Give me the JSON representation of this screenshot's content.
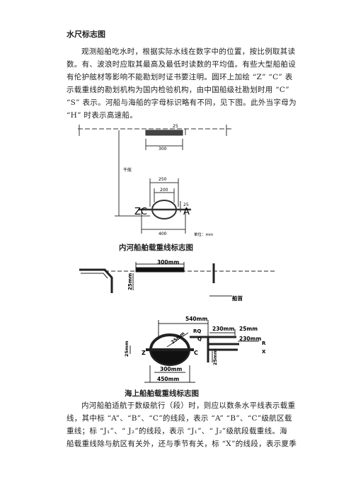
{
  "heading": "水尺标志图",
  "paragraph1": [
    "观测船舶吃水时，根据实际水线在数字中的位置，按比例取其读",
    "数。有、波浪时应取其最高及最低时读数的平均值。有些大型船舶设",
    "有伦护舷材等影响不能勘划时证书要注明。圆环上加绘 “Z” “C” 表",
    "示载重线的勘划机构为国内检验机构，由中国船级社勘划时用 “C”",
    "“S” 表示。河船与海船的字母标识略有不同，见下图。此外当字母为",
    "“H” 时表示高速船。"
  ],
  "fig1": {
    "dim_25_top": "25",
    "dim_300": "300",
    "freeboard_label": "干舷",
    "dim_250": "250",
    "dim_200": "200",
    "dim_25_ring": "25",
    "letters_left": "ZC",
    "letter_right": "A",
    "dim_400": "400",
    "unit_note": "单位：mm",
    "caption": "内河船舶载重线标志图"
  },
  "fig2": {
    "dim_300mm": "300mm",
    "dim_25mm_left": "25mm",
    "deck_label": "船首",
    "dim_540mm": "540mm",
    "label_rq": "RQ",
    "dim_230mm_top": "230mm",
    "dim_25mm_right": "25mm",
    "label_q": "Q",
    "label_r": "R",
    "dim_230mm_r": "230mm",
    "label_x": "X",
    "dim_25mm_ring": "25mm",
    "dim_25mm_lower": "25mm",
    "label_z": "Z",
    "label_c": "C",
    "dim_300mm_bottom": "300mm",
    "dim_450mm": "450mm",
    "caption": "海上船舶载重线标志图"
  },
  "paragraph2": [
    "内河船舶适航于数级航行（段）时，则应以数条水平线表示载重",
    "线，其中标 “A”、“B”、“C”的线段，表示 “A” “B”、“C”级航区载",
    "重线；标 “J₁”、“ J₂”的线段，表示 “J₁”、“ J₂”级航段载重线。海",
    "船载重线除与航区有关外，还与季节有关，标 “X”的线段，表示夏季"
  ]
}
